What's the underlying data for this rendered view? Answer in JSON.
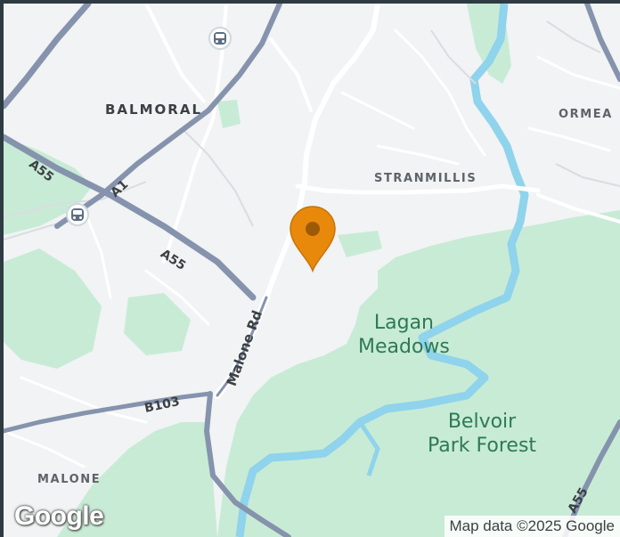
{
  "map": {
    "areas": {
      "balmoral": "BALMORAL",
      "stranmillis": "STRANMILLIS",
      "ormeau": "ORMEA",
      "malone": "MALONE"
    },
    "parks": {
      "lagan_meadows": "Lagan\nMeadows",
      "belvoir": "Belvoir\nPark Forest"
    },
    "roads": {
      "a55_upper": "A55",
      "a55_middle": "A55",
      "a55_lower": "A55",
      "a1": "A1",
      "malone_rd": "Malone Rd",
      "b103": "B103"
    },
    "logo": "Google",
    "attribution": "Map data ©2025 Google",
    "marker": {
      "color": "#e8890c",
      "icon": "map-pin-icon"
    },
    "colors": {
      "land": "#f1f3f4",
      "park": "#c8ebd6",
      "water": "#8fd3ec",
      "major_road": "#8593ad",
      "minor_road": "#ffffff"
    }
  }
}
